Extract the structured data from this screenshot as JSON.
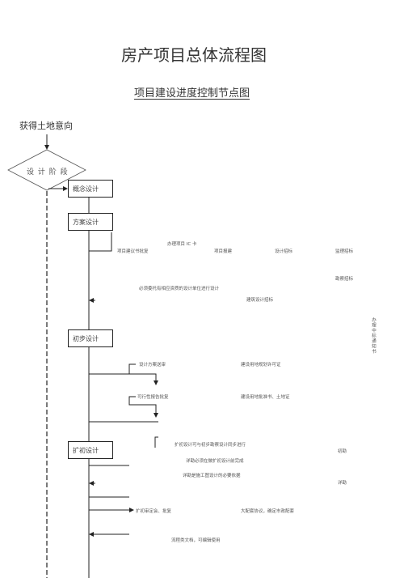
{
  "header": {
    "title": "房产项目总体流程图",
    "subtitle": "项目建设进度控制节点图"
  },
  "start_label": "获得土地意向",
  "decision": {
    "label": "设 计 阶 段"
  },
  "stages": {
    "concept": "概念设计",
    "scheme": "方案设计",
    "preliminary": "初步设计",
    "expanded": "扩初设计"
  },
  "notes": {
    "n1": "办理项目 IC 卡",
    "n2": "项目建议书批复",
    "n3": "项目报建",
    "n4": "设计招标",
    "n5": "监理招标",
    "n6": "勘察招标",
    "n7": "必须委托有相应资质的设计单位进行设计",
    "n8": "建筑设计招标",
    "side_vertical": "办理中标通知书",
    "n9": "设计方案送审",
    "n10": "建设用地规划许可证",
    "n11": "可行性报告批复",
    "n12": "建设用地批准书、土地证",
    "n13": "扩初设计可与初步勘察设计同步进行",
    "n14": "初勘",
    "n15": "详勘必须在做扩初设计前完成",
    "n16": "详勘是施工图设计的必要依据",
    "n17": "详勘",
    "n18": "扩初审定会、批复",
    "n19": "大配套协议，确定市政配套",
    "n20": "流程类文档，可编辑使用"
  }
}
